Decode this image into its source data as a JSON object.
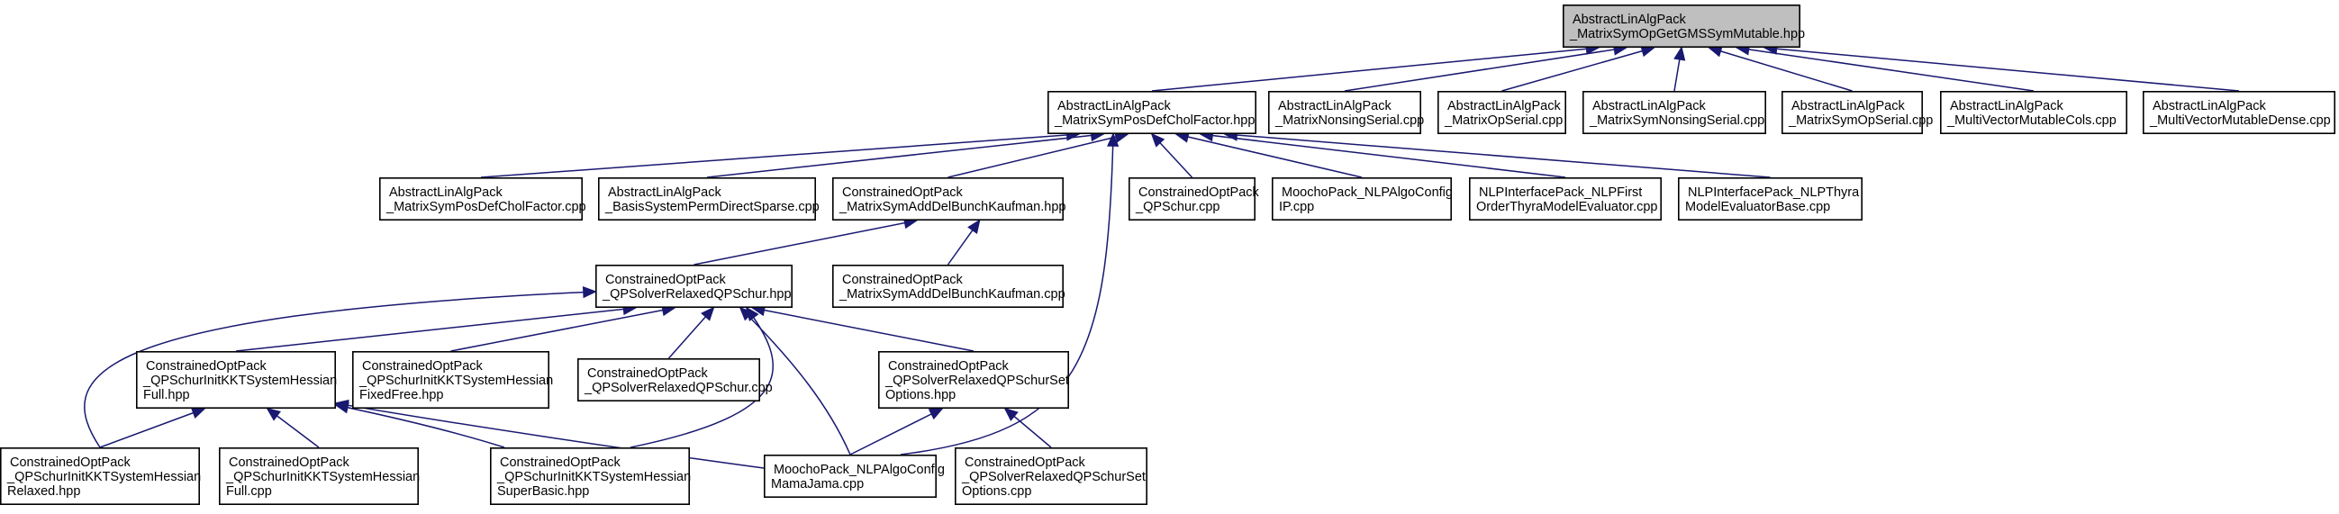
{
  "diagram": {
    "title": "",
    "colors": {
      "edge": "#191970",
      "root_fill": "#bfbfbf",
      "node_fill": "#ffffff",
      "node_border": "#000000"
    },
    "nodes": [
      {
        "id": "root",
        "lines": [
          "AbstractLinAlgPack",
          "_MatrixSymOpGetGMSSymMutable.hpp"
        ],
        "root": true
      },
      {
        "id": "posdef_hpp",
        "lines": [
          "AbstractLinAlgPack",
          "_MatrixSymPosDefCholFactor.hpp"
        ]
      },
      {
        "id": "nonsing_serial",
        "lines": [
          "AbstractLinAlgPack",
          "_MatrixNonsingSerial.cpp"
        ]
      },
      {
        "id": "op_serial",
        "lines": [
          "AbstractLinAlgPack",
          "_MatrixOpSerial.cpp"
        ]
      },
      {
        "id": "symnonsing_serial",
        "lines": [
          "AbstractLinAlgPack",
          "_MatrixSymNonsingSerial.cpp"
        ]
      },
      {
        "id": "symop_serial",
        "lines": [
          "AbstractLinAlgPack",
          "_MatrixSymOpSerial.cpp"
        ]
      },
      {
        "id": "mv_cols",
        "lines": [
          "AbstractLinAlgPack",
          "_MultiVectorMutableCols.cpp"
        ]
      },
      {
        "id": "mv_dense",
        "lines": [
          "AbstractLinAlgPack",
          "_MultiVectorMutableDense.cpp"
        ]
      },
      {
        "id": "posdef_cpp",
        "lines": [
          "AbstractLinAlgPack",
          "_MatrixSymPosDefCholFactor.cpp"
        ]
      },
      {
        "id": "basis_perm",
        "lines": [
          "AbstractLinAlgPack",
          "_BasisSystemPermDirectSparse.cpp"
        ]
      },
      {
        "id": "bunch_hpp",
        "lines": [
          "ConstrainedOptPack",
          "_MatrixSymAddDelBunchKaufman.hpp"
        ]
      },
      {
        "id": "qpschur_cpp",
        "lines": [
          "ConstrainedOptPack",
          "_QPSchur.cpp"
        ]
      },
      {
        "id": "moocho_ip",
        "lines": [
          "MoochoPack_NLPAlgoConfig",
          "IP.cpp"
        ]
      },
      {
        "id": "nlp_first",
        "lines": [
          "NLPInterfacePack_NLPFirst",
          "OrderThyraModelEvaluator.cpp"
        ]
      },
      {
        "id": "nlp_thyra",
        "lines": [
          "NLPInterfacePack_NLPThyra",
          "ModelEvaluatorBase.cpp"
        ]
      },
      {
        "id": "relaxed_hpp",
        "lines": [
          "ConstrainedOptPack",
          "_QPSolverRelaxedQPSchur.hpp"
        ]
      },
      {
        "id": "bunch_cpp",
        "lines": [
          "ConstrainedOptPack",
          "_MatrixSymAddDelBunchKaufman.cpp"
        ]
      },
      {
        "id": "full_hpp",
        "lines": [
          "ConstrainedOptPack",
          "_QPSchurInitKKTSystemHessian",
          "Full.hpp"
        ]
      },
      {
        "id": "fixedfree_hpp",
        "lines": [
          "ConstrainedOptPack",
          "_QPSchurInitKKTSystemHessian",
          "FixedFree.hpp"
        ]
      },
      {
        "id": "relaxed_cpp",
        "lines": [
          "ConstrainedOptPack",
          "_QPSolverRelaxedQPSchur.cpp"
        ]
      },
      {
        "id": "setopts_hpp",
        "lines": [
          "ConstrainedOptPack",
          "_QPSolverRelaxedQPSchurSet",
          "Options.hpp"
        ]
      },
      {
        "id": "relaxed_init_hpp",
        "lines": [
          "ConstrainedOptPack",
          "_QPSchurInitKKTSystemHessian",
          "Relaxed.hpp"
        ]
      },
      {
        "id": "full_cpp",
        "lines": [
          "ConstrainedOptPack",
          "_QPSchurInitKKTSystemHessian",
          "Full.cpp"
        ]
      },
      {
        "id": "superbasic_hpp",
        "lines": [
          "ConstrainedOptPack",
          "_QPSchurInitKKTSystemHessian",
          "SuperBasic.hpp"
        ]
      },
      {
        "id": "mamajama",
        "lines": [
          "MoochoPack_NLPAlgoConfig",
          "MamaJama.cpp"
        ]
      },
      {
        "id": "setopts_cpp",
        "lines": [
          "ConstrainedOptPack",
          "_QPSolverRelaxedQPSchurSet",
          "Options.cpp"
        ]
      }
    ],
    "edges": [
      {
        "from": "posdef_hpp",
        "to": "root"
      },
      {
        "from": "nonsing_serial",
        "to": "root"
      },
      {
        "from": "op_serial",
        "to": "root"
      },
      {
        "from": "symnonsing_serial",
        "to": "root"
      },
      {
        "from": "symop_serial",
        "to": "root"
      },
      {
        "from": "mv_cols",
        "to": "root"
      },
      {
        "from": "mv_dense",
        "to": "root"
      },
      {
        "from": "posdef_cpp",
        "to": "posdef_hpp"
      },
      {
        "from": "basis_perm",
        "to": "posdef_hpp"
      },
      {
        "from": "bunch_hpp",
        "to": "posdef_hpp"
      },
      {
        "from": "qpschur_cpp",
        "to": "posdef_hpp"
      },
      {
        "from": "moocho_ip",
        "to": "posdef_hpp"
      },
      {
        "from": "nlp_first",
        "to": "posdef_hpp"
      },
      {
        "from": "nlp_thyra",
        "to": "posdef_hpp"
      },
      {
        "from": "mamajama",
        "to": "posdef_hpp"
      },
      {
        "from": "relaxed_hpp",
        "to": "bunch_hpp"
      },
      {
        "from": "bunch_cpp",
        "to": "bunch_hpp"
      },
      {
        "from": "full_hpp",
        "to": "relaxed_hpp"
      },
      {
        "from": "fixedfree_hpp",
        "to": "relaxed_hpp"
      },
      {
        "from": "relaxed_cpp",
        "to": "relaxed_hpp"
      },
      {
        "from": "setopts_hpp",
        "to": "relaxed_hpp"
      },
      {
        "from": "relaxed_init_hpp",
        "to": "relaxed_hpp"
      },
      {
        "from": "superbasic_hpp",
        "to": "relaxed_hpp"
      },
      {
        "from": "mamajama",
        "to": "relaxed_hpp"
      },
      {
        "from": "relaxed_init_hpp",
        "to": "full_hpp"
      },
      {
        "from": "full_cpp",
        "to": "full_hpp"
      },
      {
        "from": "superbasic_hpp",
        "to": "full_hpp"
      },
      {
        "from": "mamajama",
        "to": "full_hpp"
      },
      {
        "from": "mamajama",
        "to": "setopts_hpp"
      },
      {
        "from": "setopts_cpp",
        "to": "setopts_hpp"
      }
    ]
  }
}
